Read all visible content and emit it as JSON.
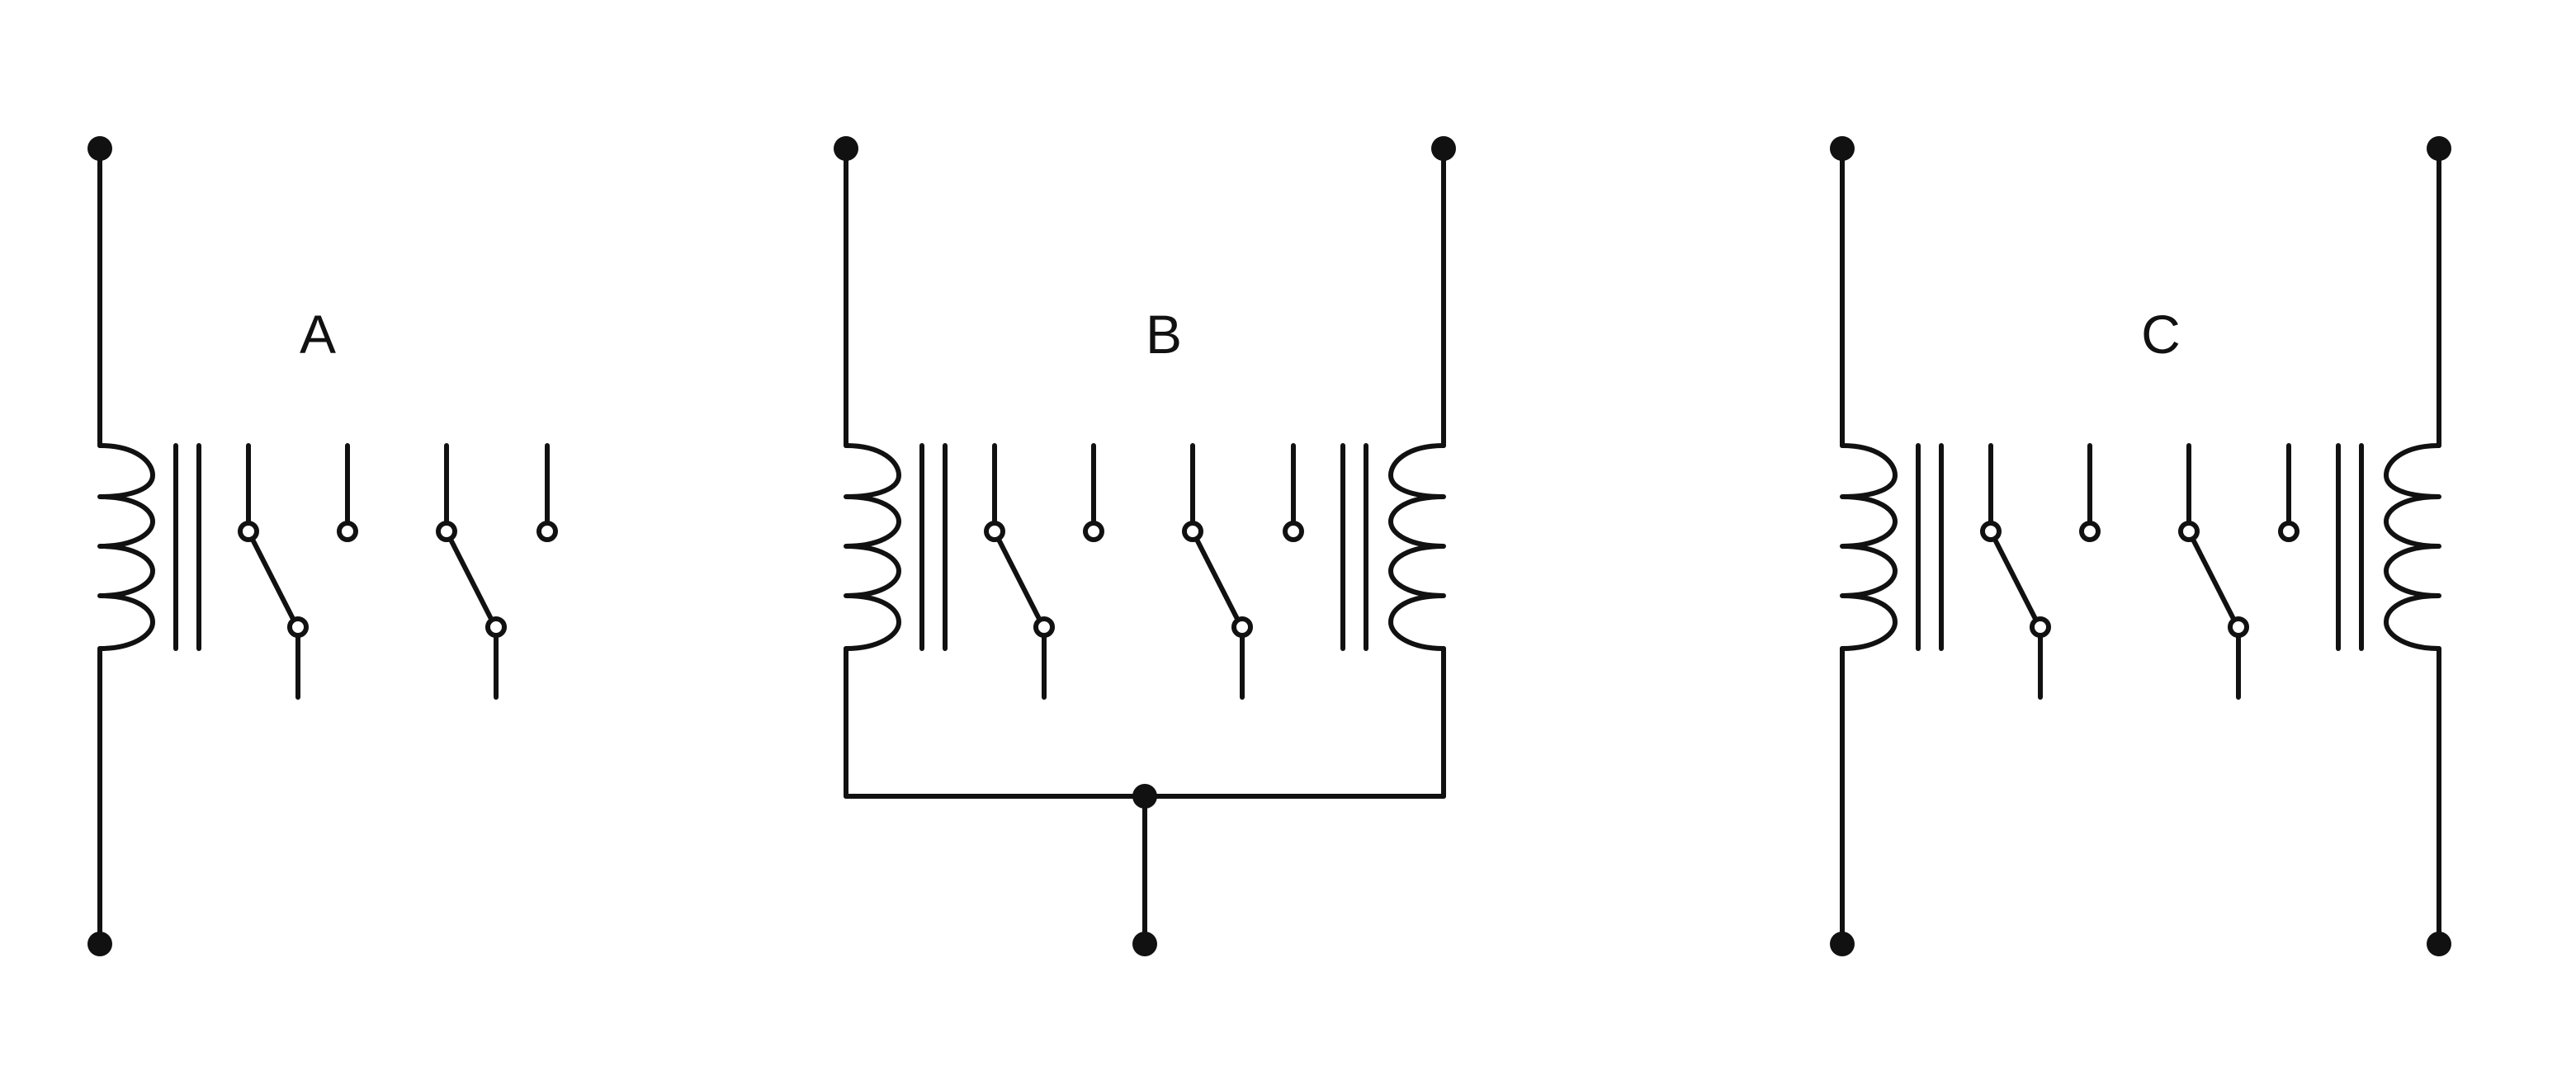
{
  "diagrams": [
    {
      "id": "A",
      "label": "A",
      "coils": [
        "left"
      ],
      "switches": 2,
      "common_junction": false
    },
    {
      "id": "B",
      "label": "B",
      "coils": [
        "left",
        "right"
      ],
      "switches": 2,
      "common_junction": true
    },
    {
      "id": "C",
      "label": "C",
      "coils": [
        "left",
        "right"
      ],
      "switches": 2,
      "common_junction": false
    }
  ],
  "colors": {
    "line": "#111111",
    "background": "#ffffff"
  }
}
